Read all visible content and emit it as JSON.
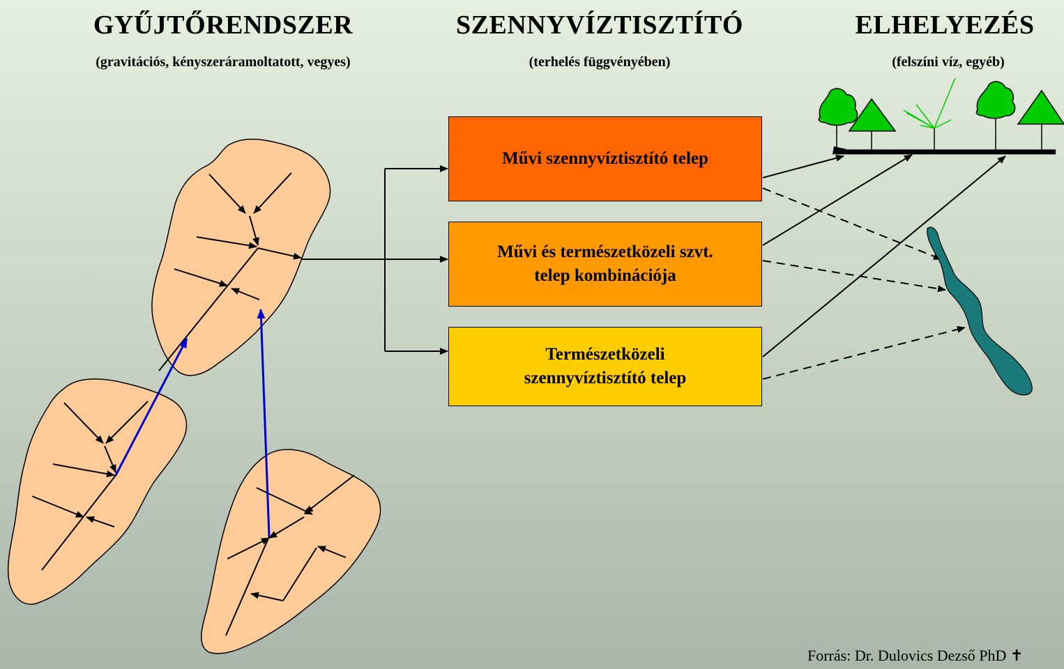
{
  "columns": {
    "collection": {
      "title": "GYŰJTŐRENDSZER",
      "subtitle": "(gravitációs, kényszeráramoltatott, vegyes)"
    },
    "treatment": {
      "title": "SZENNYVÍZTISZTÍTÓ",
      "subtitle": "(terhelés függvényében)"
    },
    "disposal": {
      "title": "ELHELYEZÉS",
      "subtitle": "(felszíni víz, egyéb)"
    }
  },
  "boxes": {
    "artificial": {
      "label": "Művi szennyvíztisztító telep",
      "color": "#ff6600"
    },
    "combined": {
      "line1": "Művi és természetközeli szvt.",
      "line2": "telep kombinációja",
      "color": "#ff9900"
    },
    "natural": {
      "line1": "Természetközeli",
      "line2": "szennyvíztisztító telep",
      "color": "#ffcc00"
    }
  },
  "colors": {
    "catchment": "#ffcc99",
    "transfer_arrow": "#0000cc",
    "tree": "#00cc00",
    "lake": "#1a7a7a"
  },
  "footer": {
    "source": "Forrás: Dr. Dulovics Dezső PhD ✝"
  }
}
